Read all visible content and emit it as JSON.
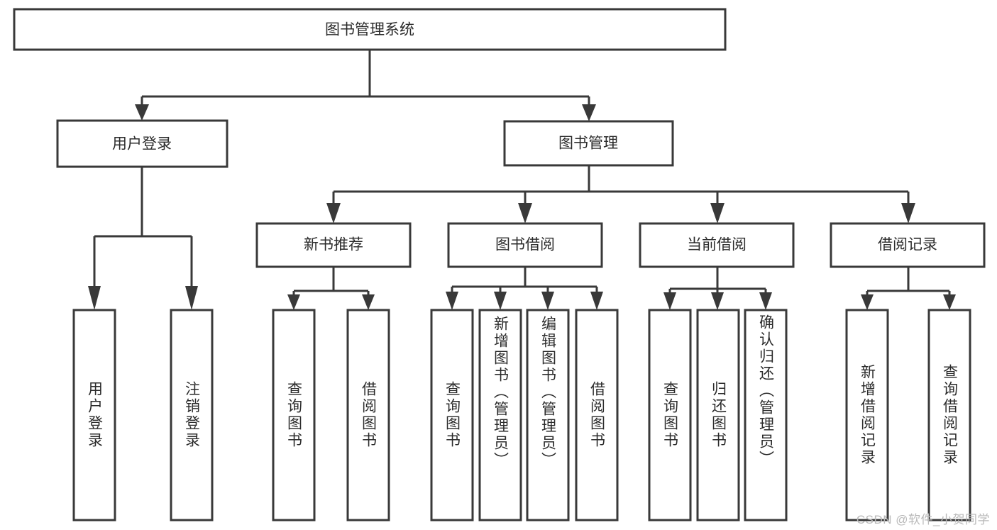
{
  "diagram": {
    "title": "图书管理系统",
    "type": "tree",
    "watermark": "CSDN @软件_小贺同学",
    "colors": {
      "stroke": "#393939",
      "box_fill": "#ffffff",
      "text": "#2b2b2b",
      "background": "#ffffff",
      "watermark": "#b9b9b9"
    },
    "root": {
      "label": "图书管理系统"
    },
    "level2": [
      {
        "label": "用户登录"
      },
      {
        "label": "图书管理"
      }
    ],
    "level3": [
      {
        "label": "新书推荐"
      },
      {
        "label": "图书借阅"
      },
      {
        "label": "当前借阅"
      },
      {
        "label": "借阅记录"
      }
    ],
    "leaves": {
      "user_login": [
        "用户登录",
        "注销登录"
      ],
      "new_book_recommend": [
        "查询图书",
        "借阅图书"
      ],
      "book_borrow": [
        "查询图书",
        "新增图书（管理员）",
        "编辑图书（管理员）",
        "借阅图书"
      ],
      "current_borrow": [
        "查询图书",
        "归还图书",
        "确认归还（管理员）"
      ],
      "borrow_record": [
        "新增借阅记录",
        "查询借阅记录"
      ]
    }
  }
}
